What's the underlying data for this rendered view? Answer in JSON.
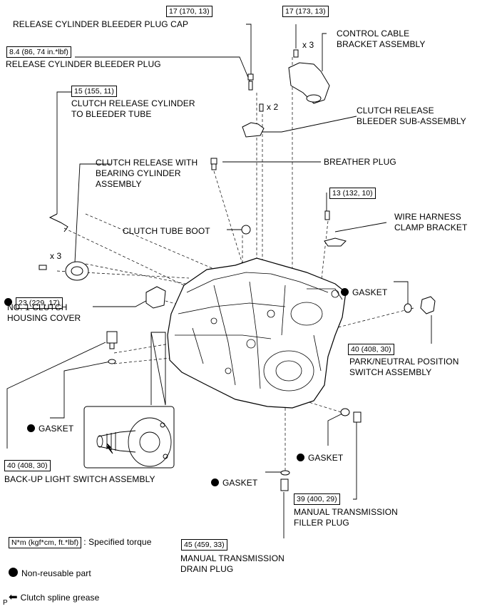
{
  "labels": {
    "release_cylinder_bleeder_plug_cap": "RELEASE CYLINDER BLEEDER PLUG CAP",
    "release_cylinder_bleeder_plug": "RELEASE CYLINDER BLEEDER PLUG",
    "clutch_release_cylinder_to_bleeder_tube": "CLUTCH RELEASE CYLINDER\nTO BLEEDER TUBE",
    "control_cable_bracket_assembly": "CONTROL CABLE\nBRACKET ASSEMBLY",
    "clutch_release_bleeder_sub_assembly": "CLUTCH RELEASE\nBLEEDER SUB-ASSEMBLY",
    "clutch_release_with_bearing_cylinder_assembly": "CLUTCH RELEASE WITH\nBEARING CYLINDER\nASSEMBLY",
    "breather_plug": "BREATHER PLUG",
    "wire_harness_clamp_bracket": "WIRE HARNESS\nCLAMP BRACKET",
    "clutch_tube_boot": "CLUTCH TUBE BOOT",
    "gasket": "GASKET",
    "no1_clutch_housing_cover": "NO. 1 CLUTCH\nHOUSING COVER",
    "park_neutral_position_switch_assembly": "PARK/NEUTRAL POSITION\nSWITCH ASSEMBLY",
    "back_up_light_switch_assembly": "BACK-UP LIGHT SWITCH ASSEMBLY",
    "manual_transmission_filler_plug": "MANUAL TRANSMISSION\nFILLER PLUG",
    "manual_transmission_drain_plug": "MANUAL TRANSMISSION\nDRAIN PLUG"
  },
  "quantities": {
    "x3_bracket": "x 3",
    "x2_bleeder": "x 2",
    "x3_cylinder": "x 3"
  },
  "torques": {
    "bleeder_plug_cap_bolt": "17 (170, 13)",
    "bracket_bolt": "17 (173, 13)",
    "bleeder_plug": "8.4 (86, 74 in.*lbf)",
    "bleeder_tube": "15 (155, 11)",
    "wire_harness_bolt": "13 (132, 10)",
    "cylinder_bolt": "23 (229, 17)",
    "park_neutral_switch": "40 (408, 30)",
    "back_up_light_switch": "40 (408, 30)",
    "filler_plug": "39 (400, 29)",
    "drain_plug": "45 (459, 33)"
  },
  "legend": {
    "torque_box": "N*m (kgf*cm, ft.*lbf)",
    "torque_text": ": Specified torque",
    "non_reusable": "Non-reusable part",
    "spline_grease": "Clutch spline grease"
  },
  "footer_mark": "P",
  "icons": {
    "non_reusable": "filled-circle-icon",
    "spline_grease": "left-arrow-icon"
  }
}
